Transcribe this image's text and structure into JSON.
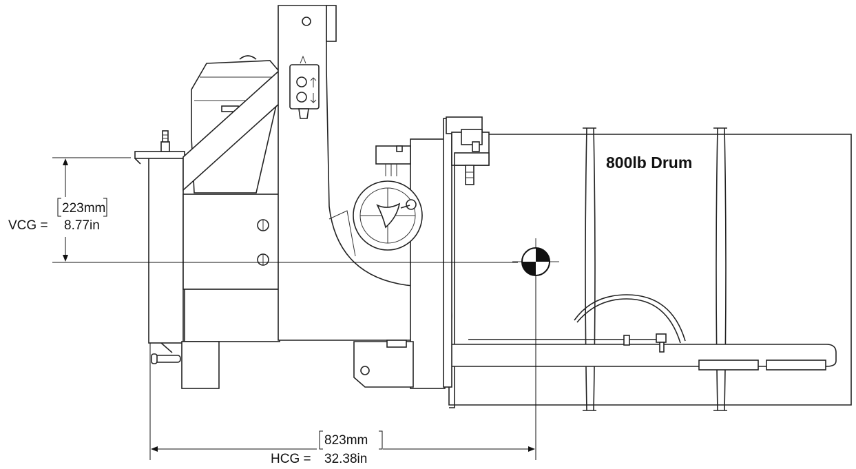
{
  "drum_label": "800lb Drum",
  "vcg": {
    "prefix": "VCG =",
    "metric": "223mm",
    "imperial": "8.77in"
  },
  "hcg": {
    "prefix": "HCG =",
    "metric": "823mm",
    "imperial": "32.38in"
  },
  "icons": {
    "cg_marker": "center-of-gravity-icon",
    "control": "up-down-arrow-icon"
  }
}
